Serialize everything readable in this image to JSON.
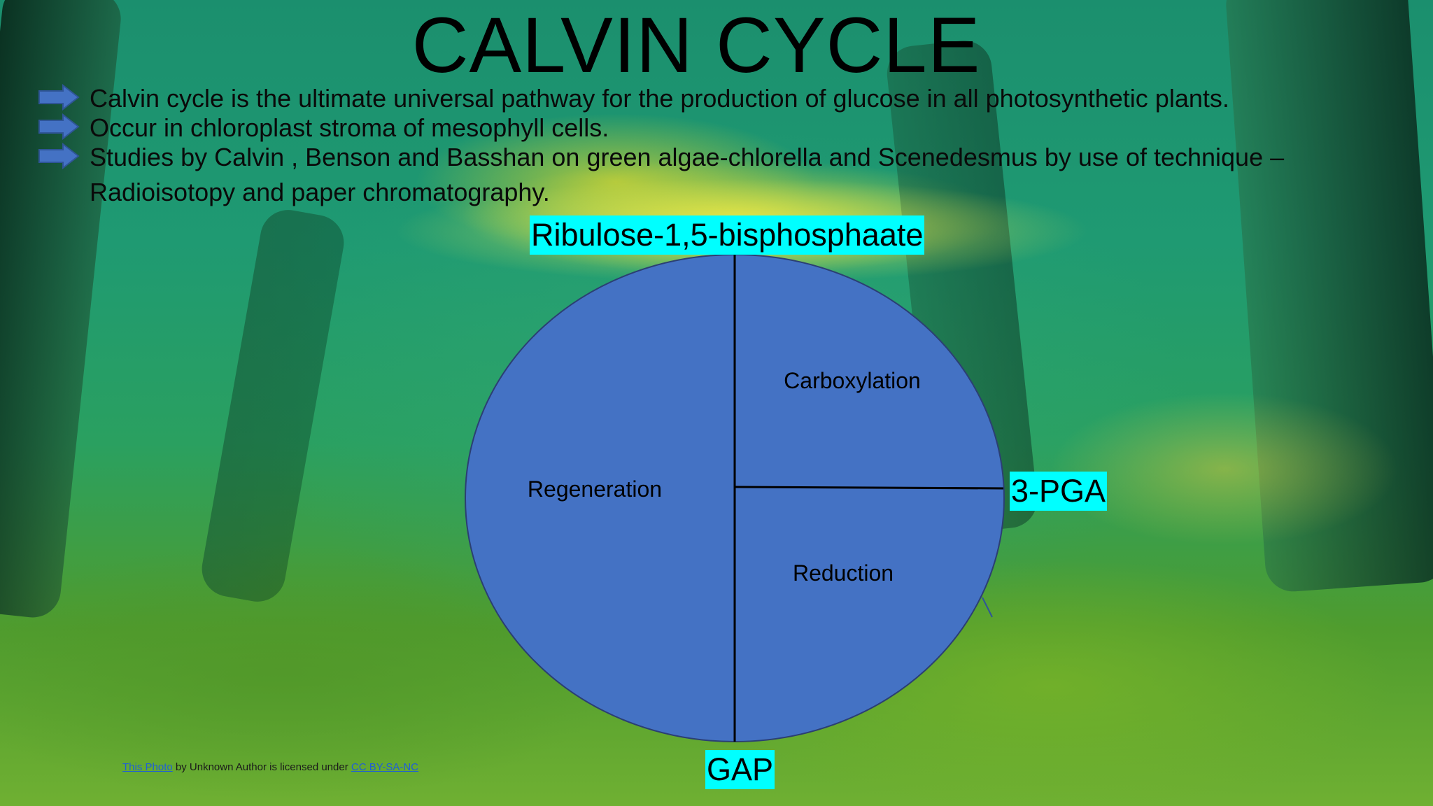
{
  "slide": {
    "title": "CALVIN CYCLE",
    "bullets": [
      "Calvin cycle is the ultimate universal pathway for the production of glucose in all photosynthetic plants.",
      "Occur in chloroplast stroma of mesophyll cells.",
      "Studies by Calvin , Benson and  Basshan on green algae-chlorella and Scenedesmus by use of technique – Radioisotopy and paper chromatography."
    ],
    "arrow_icon": "right-arrow-icon"
  },
  "diagram": {
    "circle_color": "#4472c4",
    "label_bg": "#00ffff",
    "sections": {
      "regeneration": "Regeneration",
      "carboxylation": "Carboxylation",
      "reduction": "Reduction"
    },
    "labels": {
      "top": "Ribulose-1,5-bisphosphaate",
      "right": "3-PGA",
      "bottom": "GAP"
    }
  },
  "credit": {
    "link1": "This Photo",
    "middle": " by Unknown Author is licensed under ",
    "link2": "CC BY-SA-NC"
  }
}
